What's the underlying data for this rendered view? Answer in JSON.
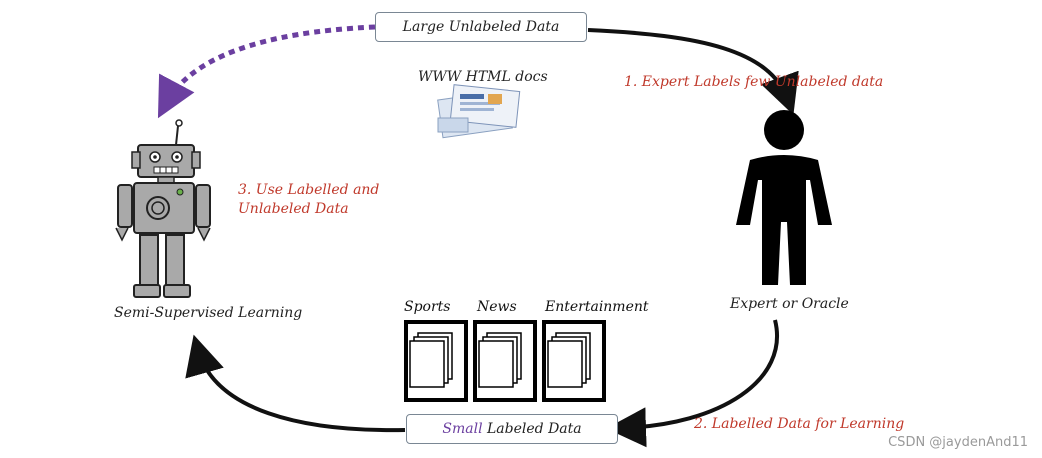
{
  "top_box": {
    "text": "Large Unlabeled Data"
  },
  "bottom_box": {
    "prefix": "Small",
    "suffix": " Labeled Data"
  },
  "www_label": "WWW HTML docs",
  "step1": "1. Expert Labels few  Unlabeled data",
  "step2": "2. Labelled Data for Learning",
  "step3": {
    "line1": "3. Use  Labelled and",
    "line2": "Unlabeled Data"
  },
  "expert_label": "Expert or Oracle",
  "robot_label": "Semi-Supervised Learning",
  "categories": [
    "Sports",
    "News",
    "Entertainment"
  ],
  "watermark": "CSDN @jaydenAnd11",
  "colors": {
    "step_text": "#c0392b",
    "purple_arrow": "#6b3fa0",
    "arrow": "#111111",
    "robot_body": "#a9a9a9"
  },
  "icons": [
    "person-icon",
    "robot-icon",
    "document-stack-icon",
    "web-docs-icon"
  ]
}
